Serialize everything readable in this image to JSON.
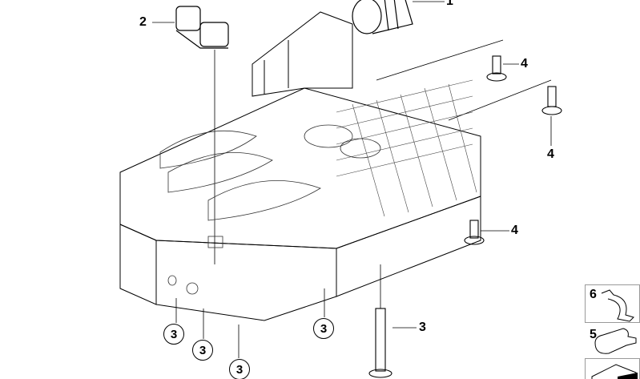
{
  "diagram": {
    "callouts": [
      {
        "id": "callout-1",
        "text": "1"
      },
      {
        "id": "callout-2",
        "text": "2"
      },
      {
        "id": "callout-4a",
        "text": "4"
      },
      {
        "id": "callout-4b",
        "text": "4"
      },
      {
        "id": "callout-4c",
        "text": "4"
      },
      {
        "id": "callout-3-bolt",
        "text": "3"
      }
    ],
    "circled_callouts": [
      "3",
      "3",
      "3",
      "3"
    ],
    "insets": [
      {
        "number": "6",
        "part": "clip"
      },
      {
        "number": "5",
        "part": "connector"
      },
      {
        "number": "",
        "part": "pad"
      }
    ]
  }
}
